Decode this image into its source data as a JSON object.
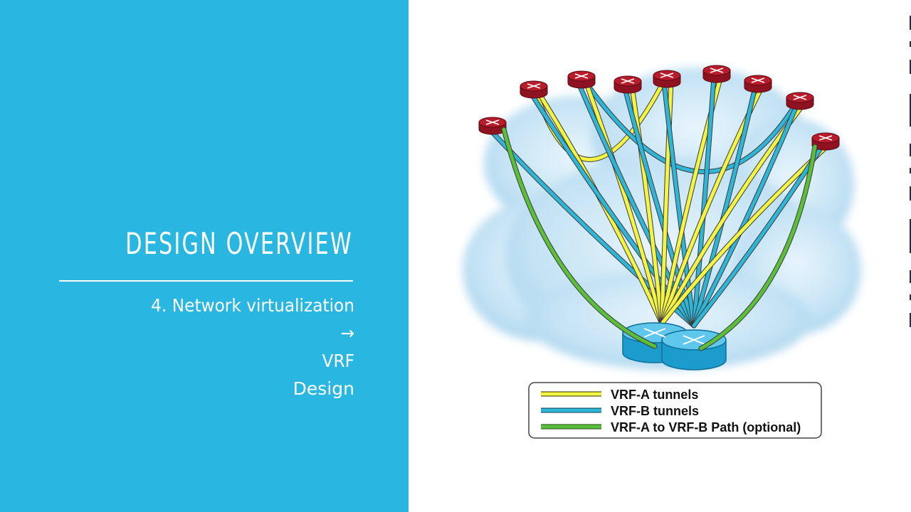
{
  "slide": {
    "title": "DESIGN OVERVIEW",
    "subtitle_line1": "4. Network virtualization",
    "subtitle_arrow": "→",
    "subtitle_line1_end": "VRF",
    "subtitle_line2": "Design"
  },
  "diagram": {
    "legend": {
      "vrf_a": "VRF-A tunnels",
      "vrf_b": "VRF-B tunnels",
      "path": "VRF-A to VRF-B Path (optional)"
    },
    "colors": {
      "panel": "#29b6e0",
      "vrf_a": "#f4f442",
      "vrf_b": "#2fb5d5",
      "path": "#5cbf3a",
      "router": "#b81c2a",
      "cloud": "#cfe8f6"
    },
    "icons": [
      "spoke-router-icon",
      "hub-router-icon",
      "cloud-icon"
    ]
  }
}
